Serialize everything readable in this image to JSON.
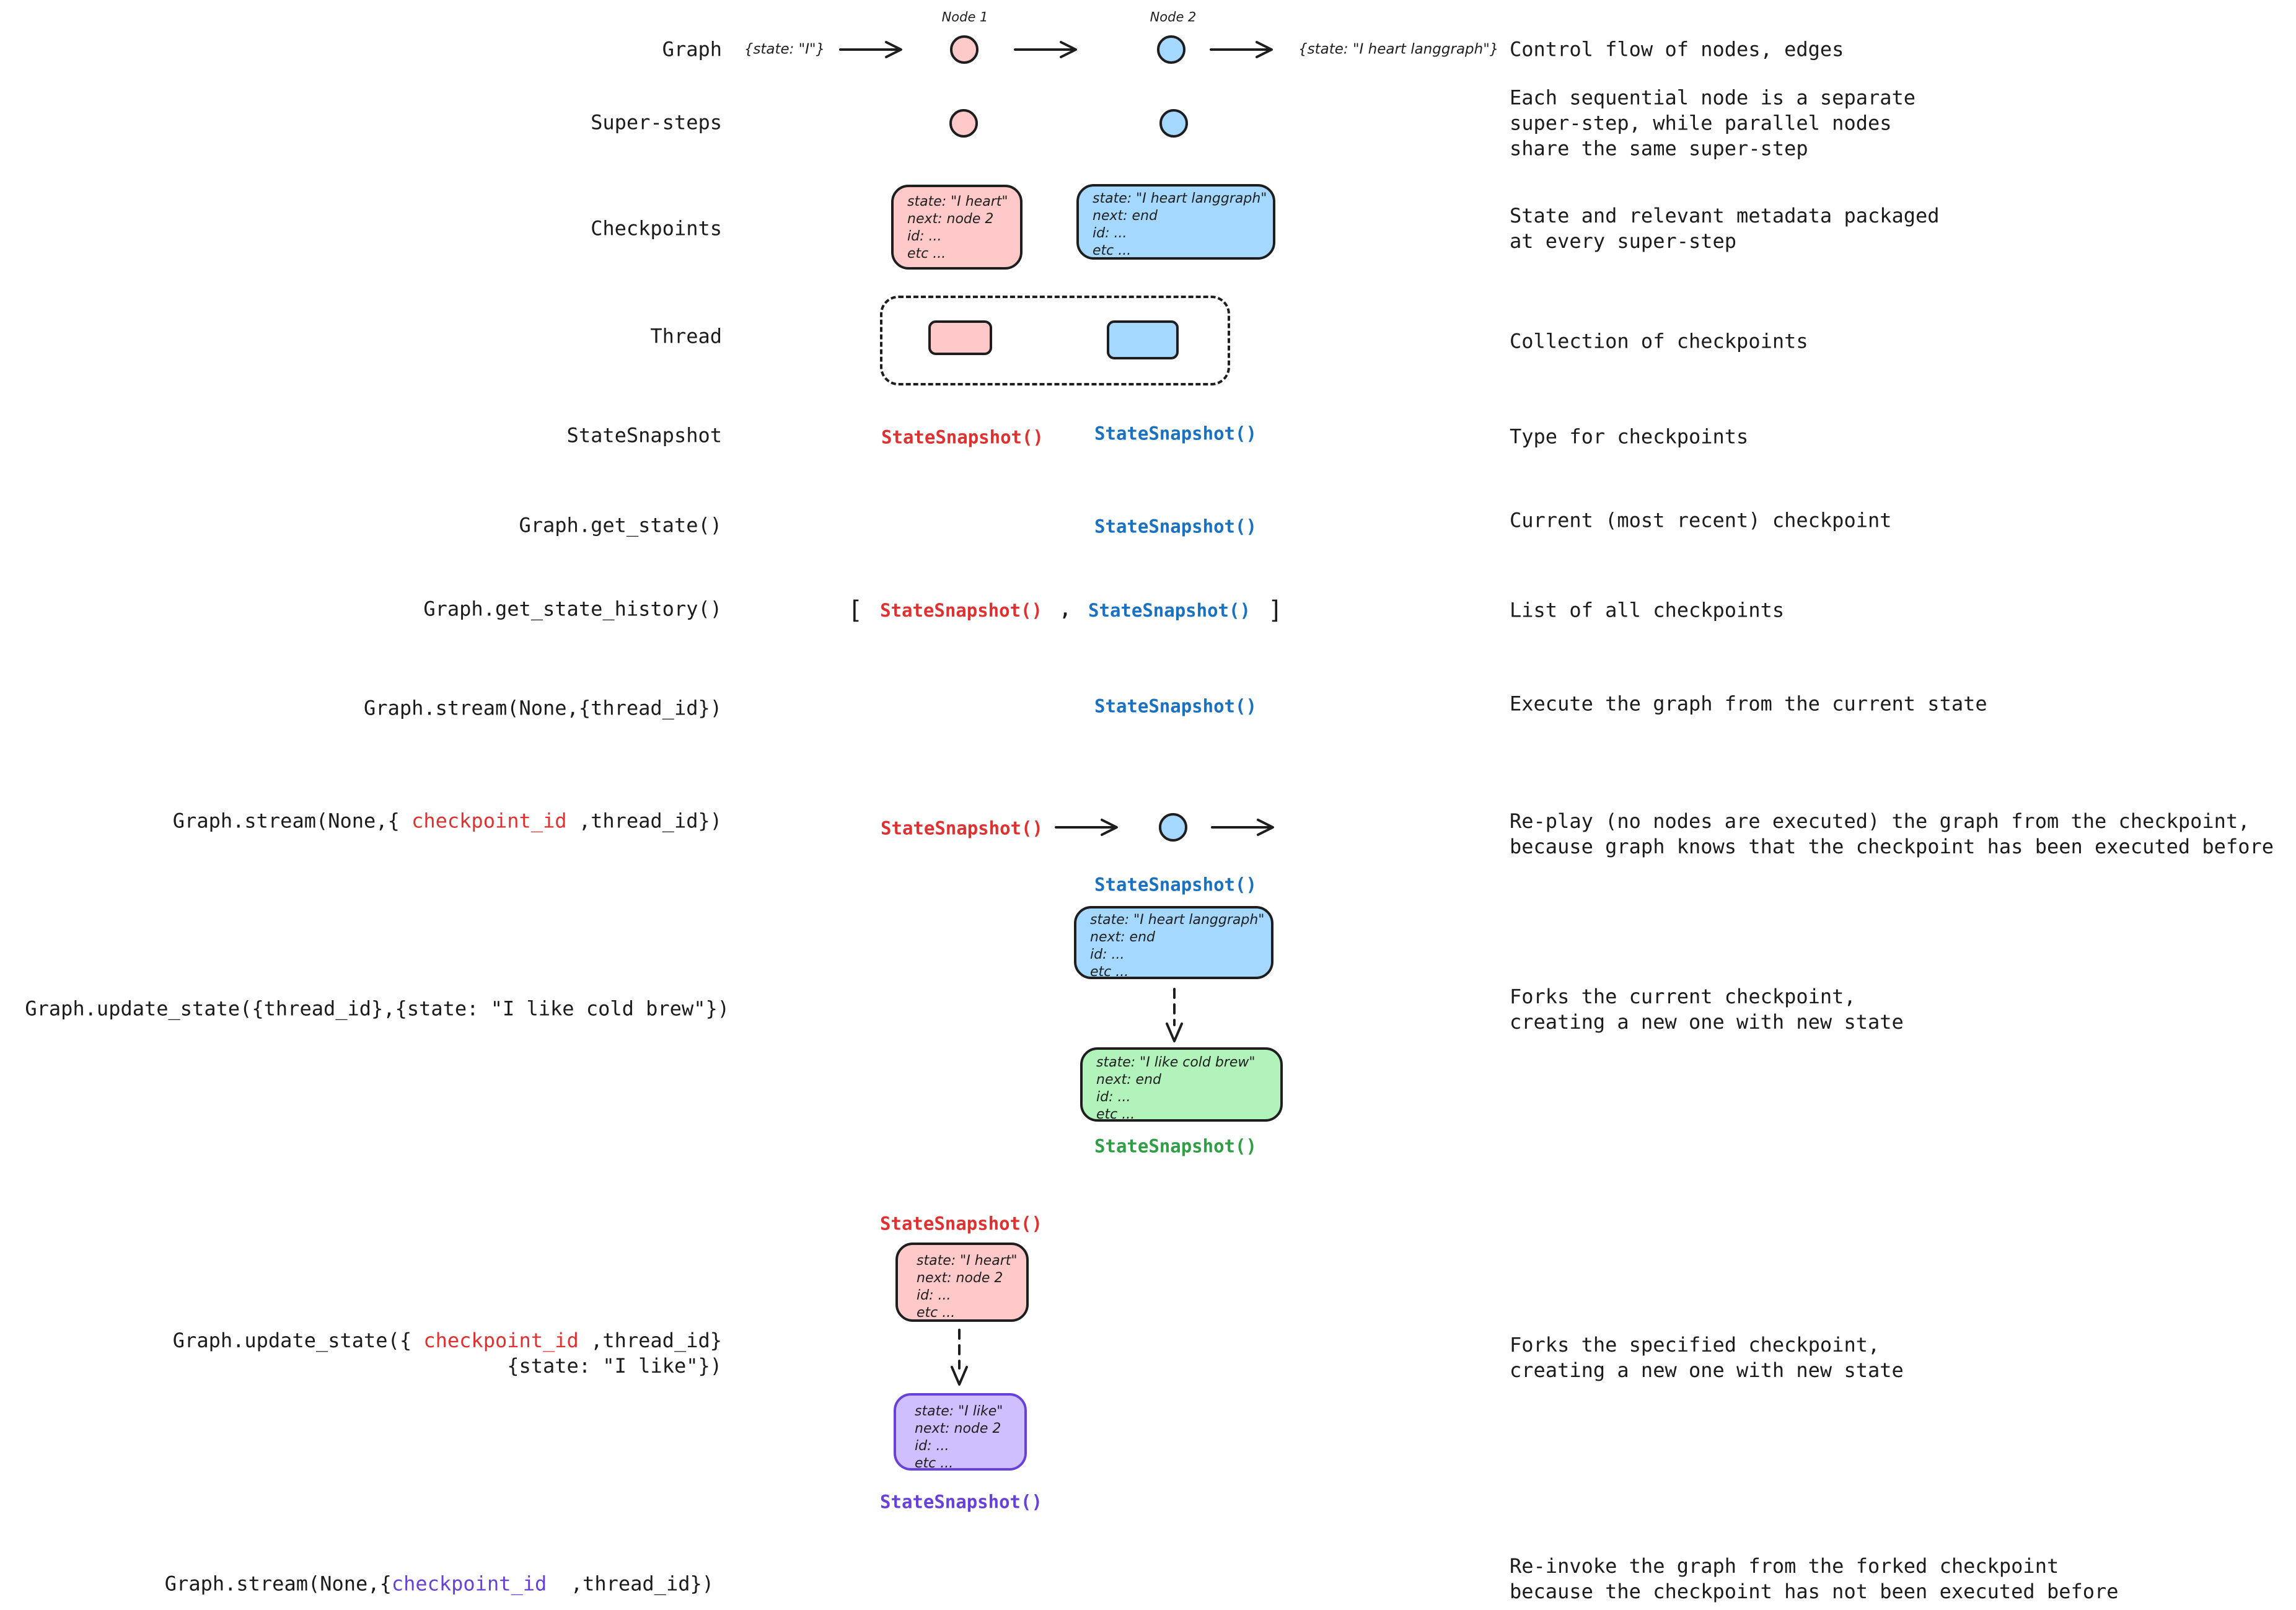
{
  "graph_row": {
    "label": "Graph",
    "node1": "Node 1",
    "node2": "Node 2",
    "input_state": "{state: \"I\"}",
    "output_state": "{state: \"I heart langgraph\"}",
    "description": "Control flow of nodes, edges"
  },
  "supersteps_row": {
    "label": "Super-steps",
    "description": [
      "Each sequential node is a separate",
      "super-step, while parallel nodes",
      "share the same super-step"
    ]
  },
  "checkpoints_row": {
    "label": "Checkpoints",
    "pink_card": [
      "state: \"I heart\"",
      "next: node 2",
      "id: ...",
      "etc ..."
    ],
    "blue_card": [
      "state: \"I heart langgraph\"",
      "next: end",
      "id: ...",
      "etc ..."
    ],
    "description": [
      "State and relevant metadata packaged",
      "at every super-step"
    ]
  },
  "thread_row": {
    "label": "Thread",
    "description": "Collection of checkpoints"
  },
  "statesnapshot_row": {
    "label": "StateSnapshot",
    "red_call": "StateSnapshot()",
    "blue_call": "StateSnapshot()",
    "description": "Type for checkpoints"
  },
  "get_state_row": {
    "label": "Graph.get_state()",
    "blue_call": "StateSnapshot()",
    "description": "Current (most recent) checkpoint"
  },
  "history_row": {
    "label": "Graph.get_state_history()",
    "open_bracket": "[",
    "red_call": "StateSnapshot()",
    "comma": ",",
    "blue_call": "StateSnapshot()",
    "close_bracket": "]",
    "description": "List of all checkpoints"
  },
  "stream_row": {
    "label": "Graph.stream(None,{thread_id})",
    "blue_call": "StateSnapshot()",
    "description": "Execute the graph from the current state"
  },
  "replay_row": {
    "label_pre": "Graph.stream(None,{ ",
    "label_checkpoint_id": "checkpoint_id",
    "label_post": " ,thread_id})",
    "red_call": "StateSnapshot()",
    "description": [
      "Re-play (no nodes are executed) the graph from the checkpoint,",
      "because graph knows that the checkpoint has been executed before"
    ]
  },
  "fork_current": {
    "label": "Graph.update_state({thread_id},{state: \"I like cold brew\"})",
    "blue_call": "StateSnapshot()",
    "blue_card": [
      "state: \"I heart langgraph\"",
      "next: end",
      "id: ...",
      "etc ..."
    ],
    "green_card": [
      "state: \"I like cold brew\"",
      "next: end",
      "id: ...",
      "etc ..."
    ],
    "green_call": "StateSnapshot()",
    "description": [
      "Forks the current checkpoint,",
      "creating a new one with new state"
    ]
  },
  "fork_specified": {
    "label_line1_pre": "Graph.update_state({ ",
    "label_checkpoint_id": "checkpoint_id",
    "label_line1_post": " ,thread_id}",
    "label_line2": "{state: \"I like\"})",
    "red_call": "StateSnapshot()",
    "pink_card": [
      "state: \"I heart\"",
      "next: node 2",
      "id: ...",
      "etc ..."
    ],
    "purple_card": [
      "state: \"I like\"",
      "next: node 2",
      "id: ...",
      "etc ..."
    ],
    "purple_call": "StateSnapshot()",
    "description": [
      "Forks the specified checkpoint,",
      "creating a new one with new state"
    ]
  },
  "reinvoke_row": {
    "label_pre": "Graph.stream(None,{",
    "label_checkpoint_id": "checkpoint_id",
    "label_post": "  ,thread_id})",
    "description": [
      "Re-invoke the graph from the forked checkpoint",
      "because the checkpoint has not been executed before"
    ]
  },
  "colors": {
    "red": "#e03131",
    "blue": "#1971c2",
    "green": "#2f9e44",
    "purple": "#6741d9",
    "pink_fill": "#ffc9c9",
    "blue_fill": "#a5d8ff",
    "green_fill": "#b2f2bb",
    "purple_fill": "#d0bfff",
    "ink": "#1e1e1e"
  }
}
